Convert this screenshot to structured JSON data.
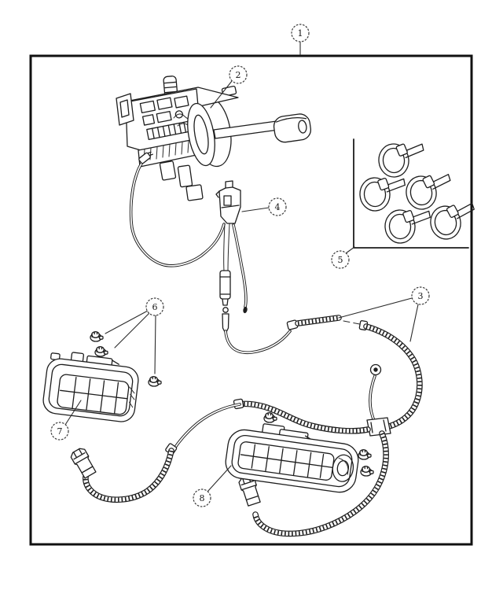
{
  "diagram": {
    "background": "#ffffff",
    "line_color": "#1d1d1d",
    "callouts": [
      {
        "number": "1"
      },
      {
        "number": "2"
      },
      {
        "number": "3"
      },
      {
        "number": "4"
      },
      {
        "number": "5"
      },
      {
        "number": "6"
      },
      {
        "number": "7"
      },
      {
        "number": "8"
      }
    ]
  }
}
